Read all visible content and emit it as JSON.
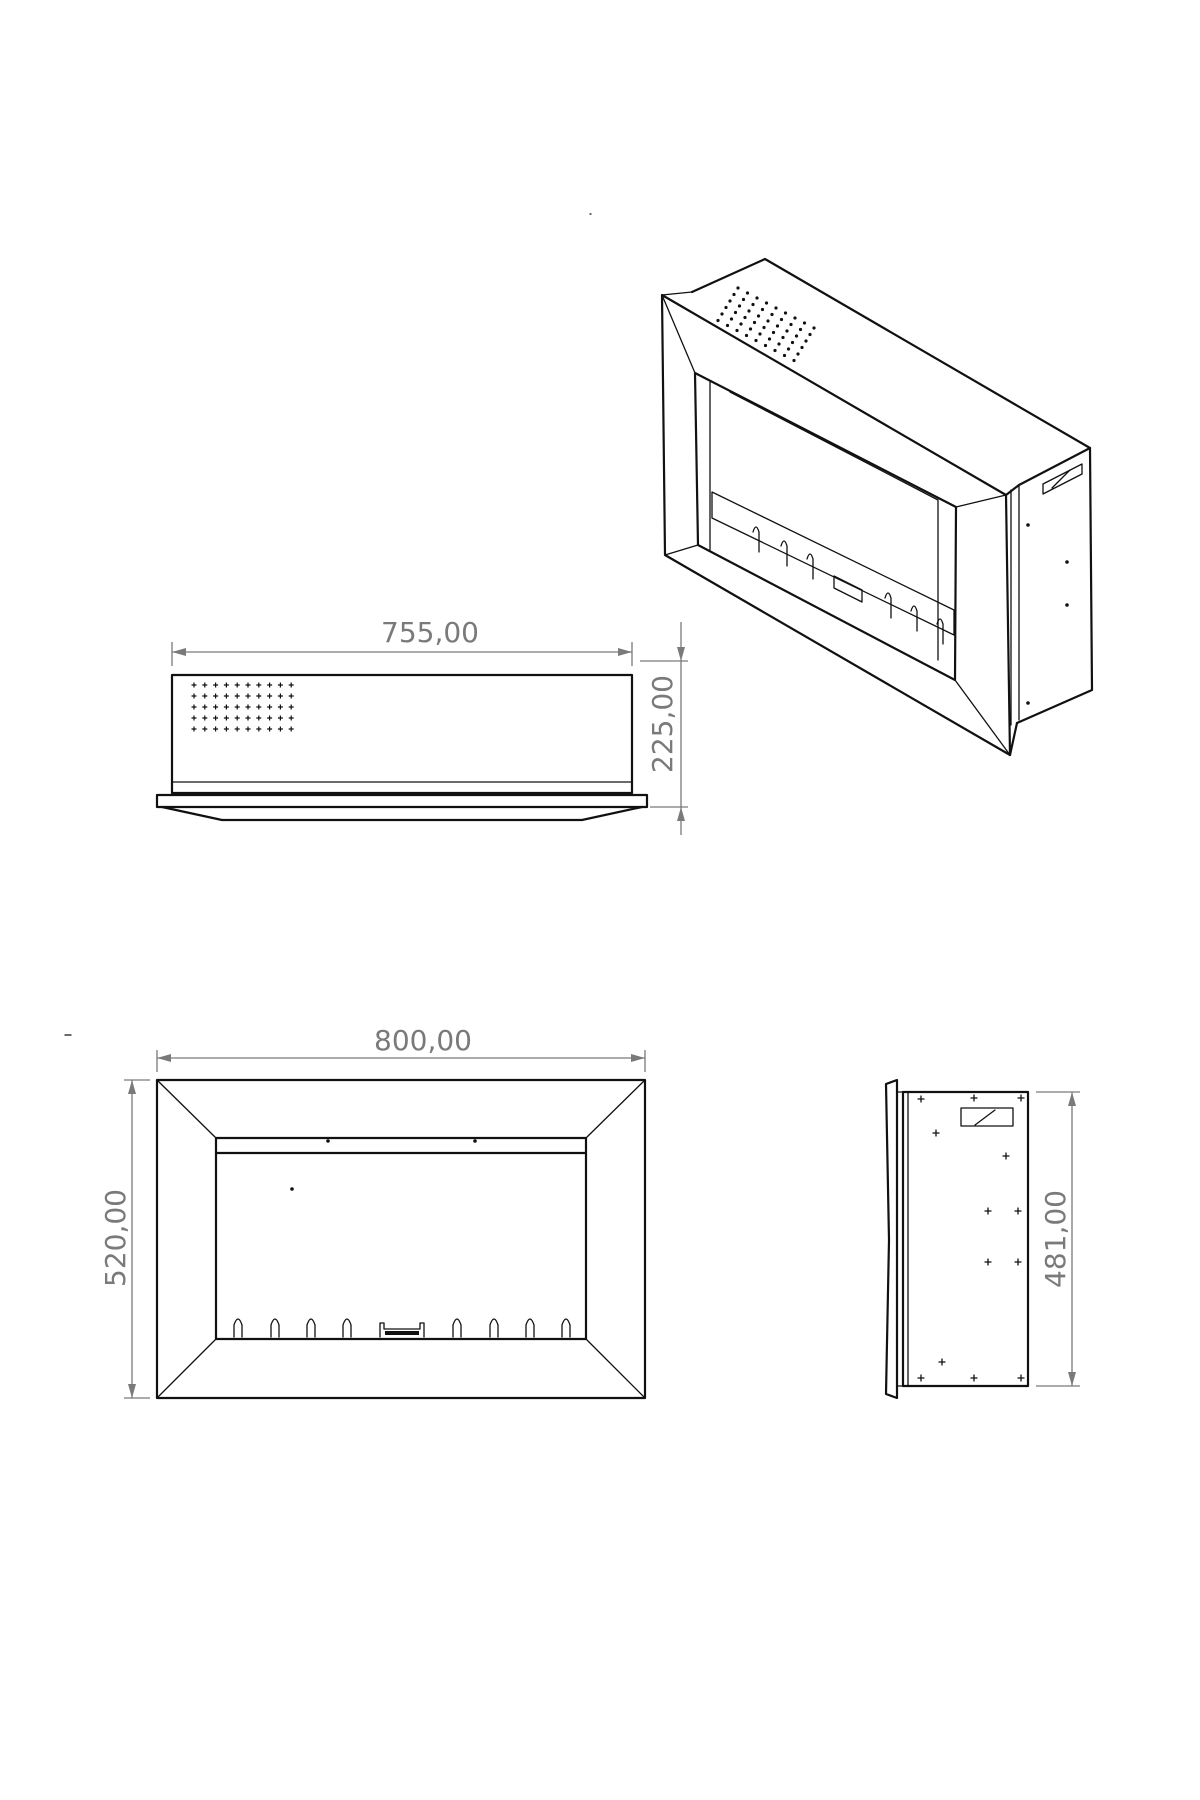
{
  "dimensions": {
    "top_width": "755,00",
    "top_height": "225,00",
    "front_width": "800,00",
    "front_height": "520,00",
    "side_height": "481,00"
  },
  "colors": {
    "line": "#111111",
    "dimension": "#7a7a7a",
    "background": "#ffffff"
  }
}
